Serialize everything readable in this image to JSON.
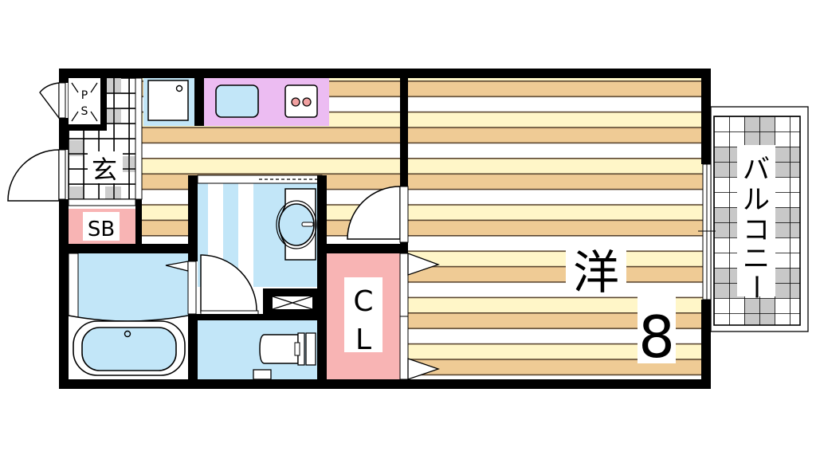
{
  "floorplan": {
    "type": "1K apartment floor plan",
    "rooms": {
      "ps": {
        "label_top": "P",
        "label_bottom": "S"
      },
      "entrance": {
        "label": "玄"
      },
      "shoe_box": {
        "label": "SB"
      },
      "closet": {
        "label_top": "C",
        "label_bottom": "L"
      },
      "western_room": {
        "label": "洋",
        "size_jo": "8"
      },
      "balcony": {
        "label": "バルコニー",
        "chars": [
          "バ",
          "ル",
          "コ",
          "ニ",
          "ー"
        ]
      }
    },
    "fixtures": [
      "refrigerator",
      "kitchen-sink",
      "two-burner-stove",
      "washbasin",
      "washing-machine-pan",
      "toilet",
      "bathtub",
      "shower-area"
    ],
    "colors": {
      "wall": "#000000",
      "floor_tan": "#efcb95",
      "floor_white": "#ffffff",
      "floor_yellow": "#fff6c8",
      "floor_line": "#5a4630",
      "wet_area": "#c2e6f8",
      "kitchen": "#ecbcf2",
      "closet": "#f8b4b4",
      "shoe_box": "#f8b4b4",
      "tile_gray": "#c8c8c8",
      "burner": "#f0a0a0"
    }
  }
}
